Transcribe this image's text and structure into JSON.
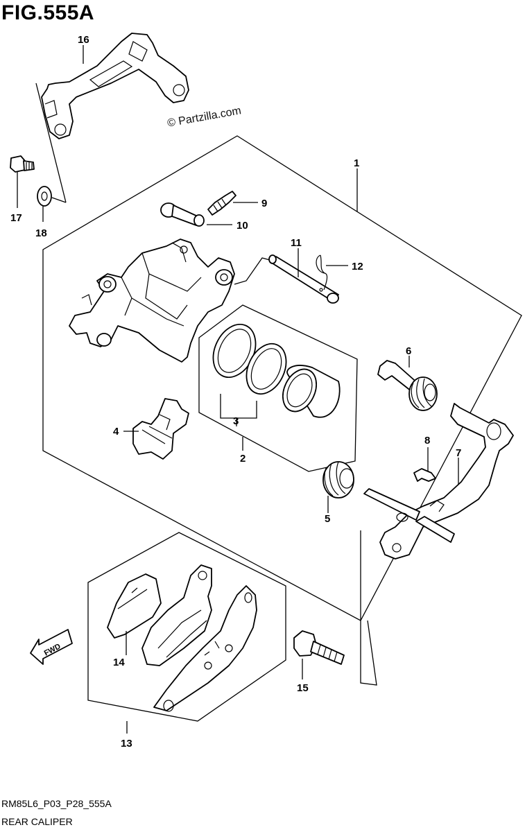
{
  "header": {
    "figure_id": "FIG.555A"
  },
  "watermark": "© Partzilla.com",
  "footer": {
    "drawing_code": "RM85L6_P03_P28_555A",
    "caption": "REAR CALIPER"
  },
  "fwd_label": "FWD",
  "callouts": {
    "c1": "1",
    "c2": "2",
    "c3": "3",
    "c4": "4",
    "c5": "5",
    "c6": "6",
    "c7": "7",
    "c8": "8",
    "c9": "9",
    "c10": "10",
    "c11": "11",
    "c12": "12",
    "c13": "13",
    "c14": "14",
    "c15": "15",
    "c16": "16",
    "c17": "17",
    "c18": "18"
  }
}
